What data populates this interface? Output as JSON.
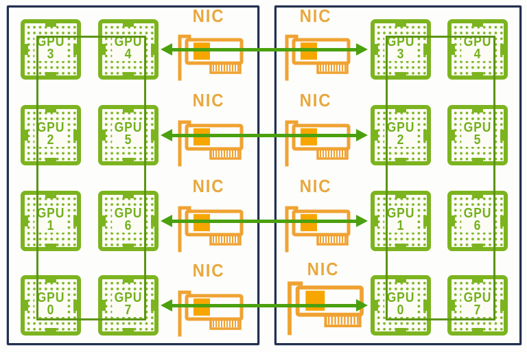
{
  "nodes": [
    {
      "name": "server-node-left",
      "columns": [
        {
          "gpus": [
            {
              "label": "GPU",
              "number": "3"
            },
            {
              "label": "GPU",
              "number": "2"
            },
            {
              "label": "GPU",
              "number": "1"
            },
            {
              "label": "GPU",
              "number": "0"
            }
          ]
        },
        {
          "gpus": [
            {
              "label": "GPU",
              "number": "4"
            },
            {
              "label": "GPU",
              "number": "5"
            },
            {
              "label": "GPU",
              "number": "6"
            },
            {
              "label": "GPU",
              "number": "7"
            }
          ]
        }
      ]
    },
    {
      "name": "server-node-right",
      "columns": [
        {
          "gpus": [
            {
              "label": "GPU",
              "number": "3"
            },
            {
              "label": "GPU",
              "number": "2"
            },
            {
              "label": "GPU",
              "number": "1"
            },
            {
              "label": "GPU",
              "number": "0"
            }
          ]
        },
        {
          "gpus": [
            {
              "label": "GPU",
              "number": "4"
            },
            {
              "label": "GPU",
              "number": "5"
            },
            {
              "label": "GPU",
              "number": "6"
            },
            {
              "label": "GPU",
              "number": "7"
            }
          ]
        }
      ]
    }
  ],
  "nics": {
    "rows": [
      {
        "left": {
          "label": "NIC"
        },
        "right": {
          "label": "NIC"
        }
      },
      {
        "left": {
          "label": "NIC"
        },
        "right": {
          "label": "NIC"
        }
      },
      {
        "left": {
          "label": "NIC"
        },
        "right": {
          "label": "NIC"
        }
      },
      {
        "left": {
          "label": "NIC"
        },
        "right": {
          "label": "NIC"
        }
      }
    ]
  },
  "icons": {
    "gpu": "cpu-socket-chip-icon",
    "nic": "pci-network-card-icon"
  },
  "colors": {
    "gpu_green": "#7cb41f",
    "gpu_text_green": "#74b01c",
    "ring_green": "#5c9414",
    "link_green": "#4ba00e",
    "nic_orange": "#efa232",
    "nic_chip_orange": "#f7a600",
    "nic_label_orange": "#e8a83e",
    "node_border_navy": "#23304e",
    "background": "#fdfdfb"
  }
}
